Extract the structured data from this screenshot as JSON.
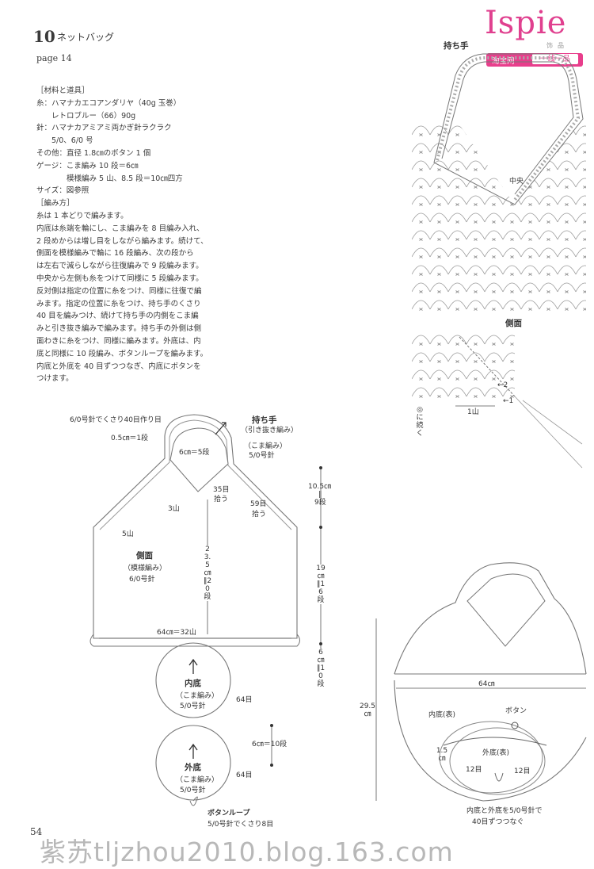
{
  "header": {
    "number": "10",
    "title": "ネットバッグ",
    "page_ref": "page 14",
    "brand": "Ispie",
    "brand_sub": "饰品",
    "stamp_left": "淘宝网",
    "stamp_right": "一线一品"
  },
  "materials": {
    "heading": "［材料と道具］",
    "lines": [
      "糸：ハマナカエコアンダリヤ（40g 玉巻）",
      "　　レトロブルー（66）90g",
      "針：ハマナカアミアミ両かぎ針ラクラク",
      "　　5/0、6/0 号",
      "その他：直径 1.8㎝のボタン 1 個",
      "ゲージ：こま編み 10 段＝6㎝",
      "　　　　模様編み 5 山、8.5 段＝10㎝四方",
      "サイズ：図参照"
    ]
  },
  "method": {
    "heading": "［編み方］",
    "lines": [
      "糸は 1 本どりで編みます。",
      "内底は糸端を輪にし、こま編みを 8 目編み入れ、",
      "2 段めからは増し目をしながら編みます。続けて、",
      "側面を模様編みで輪に 16 段編み、次の段から",
      "は左右で減らしながら往復編みで 9 段編みます。",
      "中央から左側も糸をつけて同様に 5 段編みます。",
      "反対側は指定の位置に糸をつけ、同様に往復で編",
      "みます。指定の位置に糸をつけ、持ち手のくさり",
      "40 目を編みつけ、続けて持ち手の内側をこま編",
      "みと引き抜き編みで編みます。持ち手の外側は側",
      "面わきに糸をつけ、同様に編みます。外底は、内",
      "底と同様に 10 段編み、ボタンループを編みます。",
      "内底と外底を 40 目ずつつなぎ、内底にボタンを",
      "つけます。"
    ]
  },
  "chart_labels": {
    "handle": "持ち手",
    "center": "中央",
    "side": "側面",
    "arrow2": "←2",
    "arrow1": "←1",
    "one_repeat": "1山",
    "continue": "◎に続く"
  },
  "diagram": {
    "chain_start": "6/0号針でくさり40目作り目",
    "half_cm": "0.5㎝＝1段",
    "handle": "持ち手",
    "handle_sub": "（引き抜き編み）",
    "handle_sub2": "（こま編み）",
    "handle_hook": "5/0号針",
    "six_cm": "6㎝＝5段",
    "pick35": "35目",
    "pick35b": "拾う",
    "pick59": "59目",
    "pick59b": "拾う",
    "three": "3山",
    "five": "5山",
    "side": "側面",
    "side_sub": "（模様編み）",
    "side_hook": "6/0号針",
    "width": "64㎝＝32山",
    "height_a": "10.5㎝",
    "height_a_eq": "‖",
    "height_a_rows": "9段",
    "height_b": "19㎝‖16段",
    "height_c": "6㎝‖10段",
    "mid": "23.5㎝‖20段",
    "inner_bottom": "内底",
    "inner_sub": "（こま編み）",
    "inner_hook": "5/0号針",
    "st64a": "64目",
    "outer_six": "6㎝＝10段",
    "outer_bottom": "外底",
    "outer_sub": "（こま編み）",
    "outer_hook": "5/0号針",
    "st64b": "64目",
    "loop": "ボタンループ",
    "loop_sub": "5/0号針でくさり8目"
  },
  "assembly": {
    "width": "64㎝",
    "height": "29.5㎝",
    "inner": "内底(表)",
    "button": "ボタン",
    "gap": "1.5㎝",
    "outer": "外底(表)",
    "twelve_a": "12目",
    "twelve_b": "12目",
    "join1": "内底と外底を5/0号針で",
    "join2": "40目ずつつなぐ"
  },
  "footer": {
    "page_number": "54",
    "watermark": "紫苏tljzhou2010.blog.163.com"
  }
}
